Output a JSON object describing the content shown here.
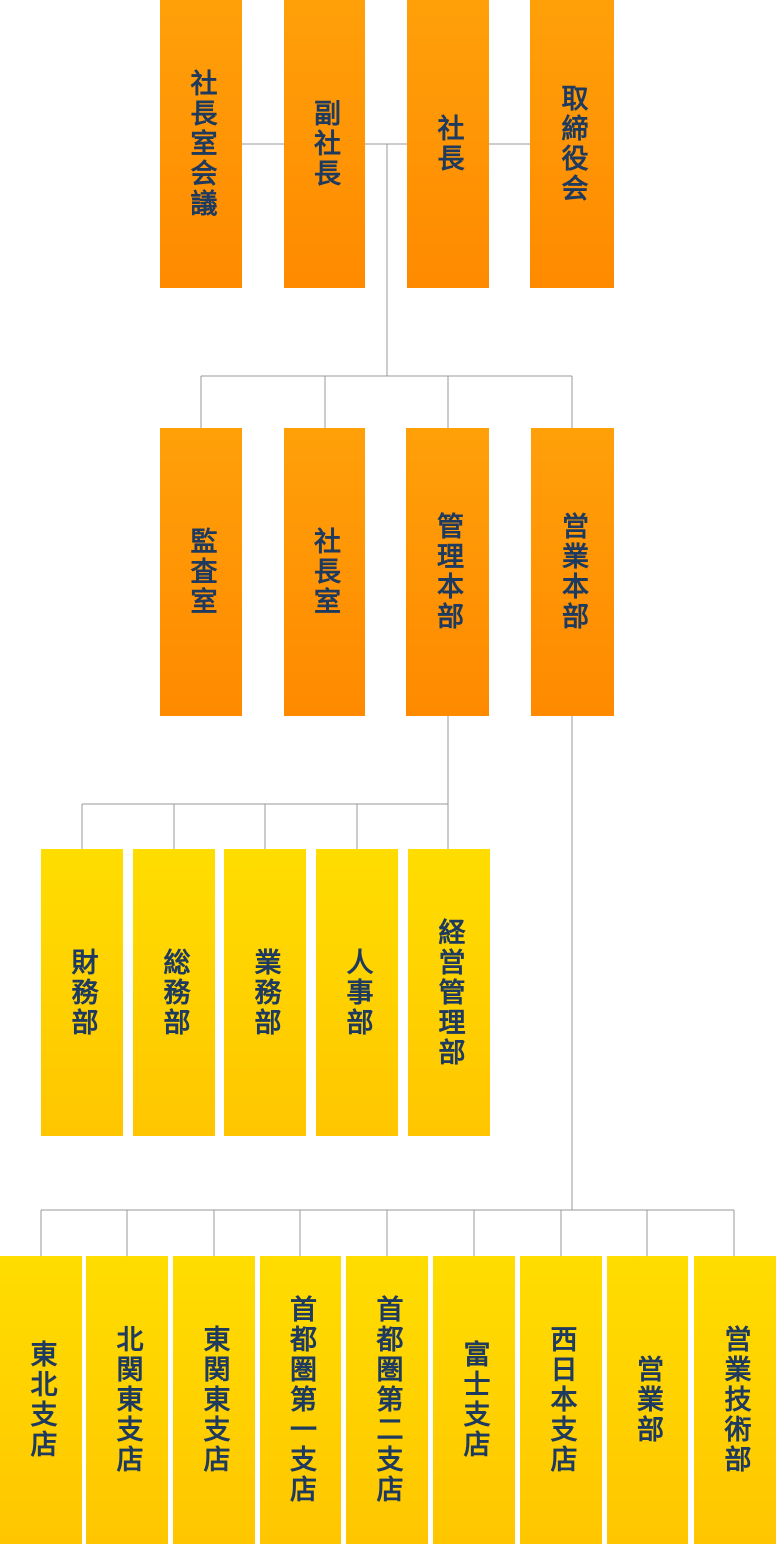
{
  "colors": {
    "executive_fill": "#FF9400",
    "department_fill": "#FFD500",
    "label_text": "#1f3a5f",
    "connector_line": "#999999"
  },
  "org": {
    "executive": {
      "president_office_meeting": "社長室会議",
      "vice_president": "副社長",
      "president": "社長",
      "board_of_directors": "取締役会"
    },
    "divisions": {
      "audit_office": "監査室",
      "president_office": "社長室",
      "admin_hq": "管理本部",
      "sales_hq": "営業本部"
    },
    "admin_departments": [
      "財務部",
      "総務部",
      "業務部",
      "人事部",
      "経営管理部"
    ],
    "sales_units": [
      "東北支店",
      "北関東支店",
      "東関東支店",
      "首都圏第一支店",
      "首都圏第二支店",
      "富士支店",
      "西日本支店",
      "営業部",
      "営業技術部"
    ]
  }
}
